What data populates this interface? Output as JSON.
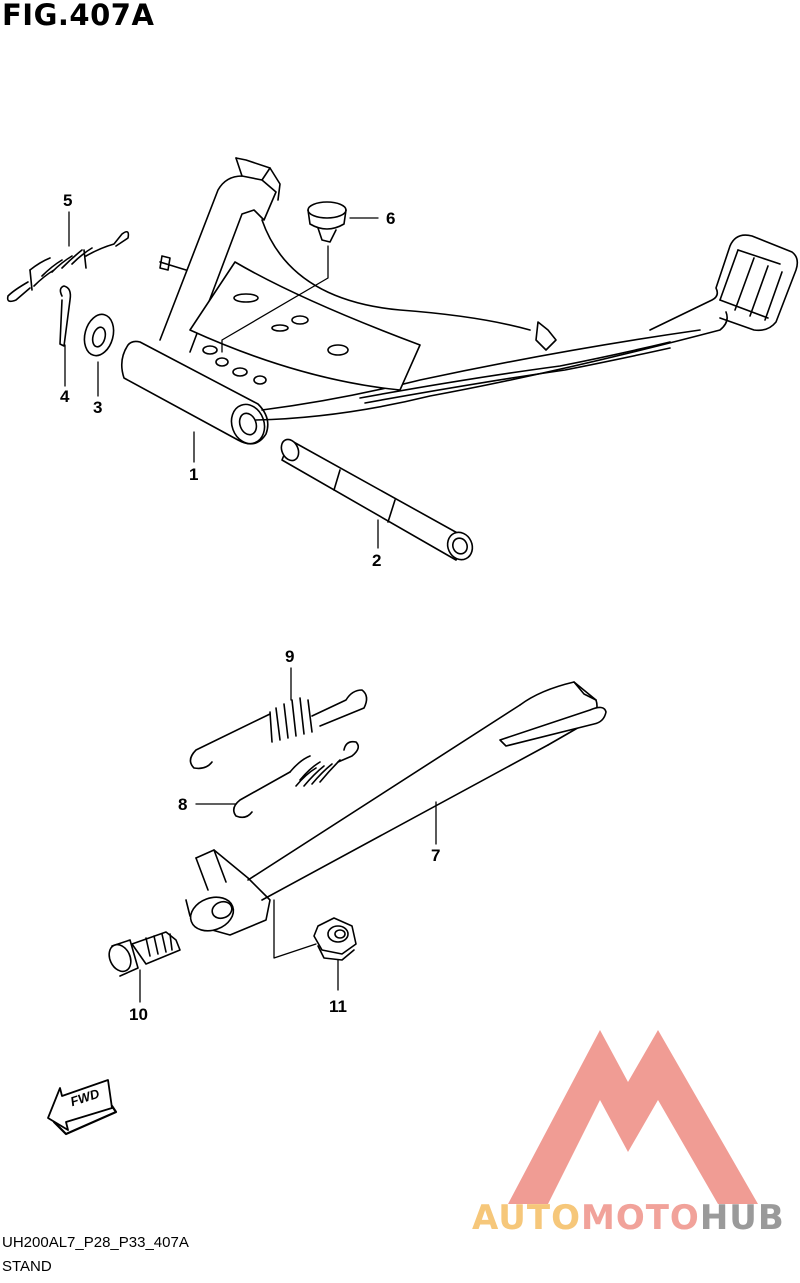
{
  "figure": {
    "title": "FIG.407A"
  },
  "callouts": {
    "p1": "1",
    "p2": "2",
    "p3": "3",
    "p4": "4",
    "p5": "5",
    "p6": "6",
    "p7": "7",
    "p8": "8",
    "p9": "9",
    "p10": "10",
    "p11": "11"
  },
  "forward_arrow": {
    "label": "FWD"
  },
  "footer": {
    "code": "UH200AL7_P28_P33_407A",
    "name": "STAND"
  },
  "watermark": {
    "part1": "AUTO",
    "part2": "MOTO",
    "part3": "HUB"
  },
  "colors": {
    "line": "#000000",
    "wm_red": "#ee8b82",
    "wm_orange": "#f6c77a",
    "wm_grey": "#9a9a9a"
  }
}
